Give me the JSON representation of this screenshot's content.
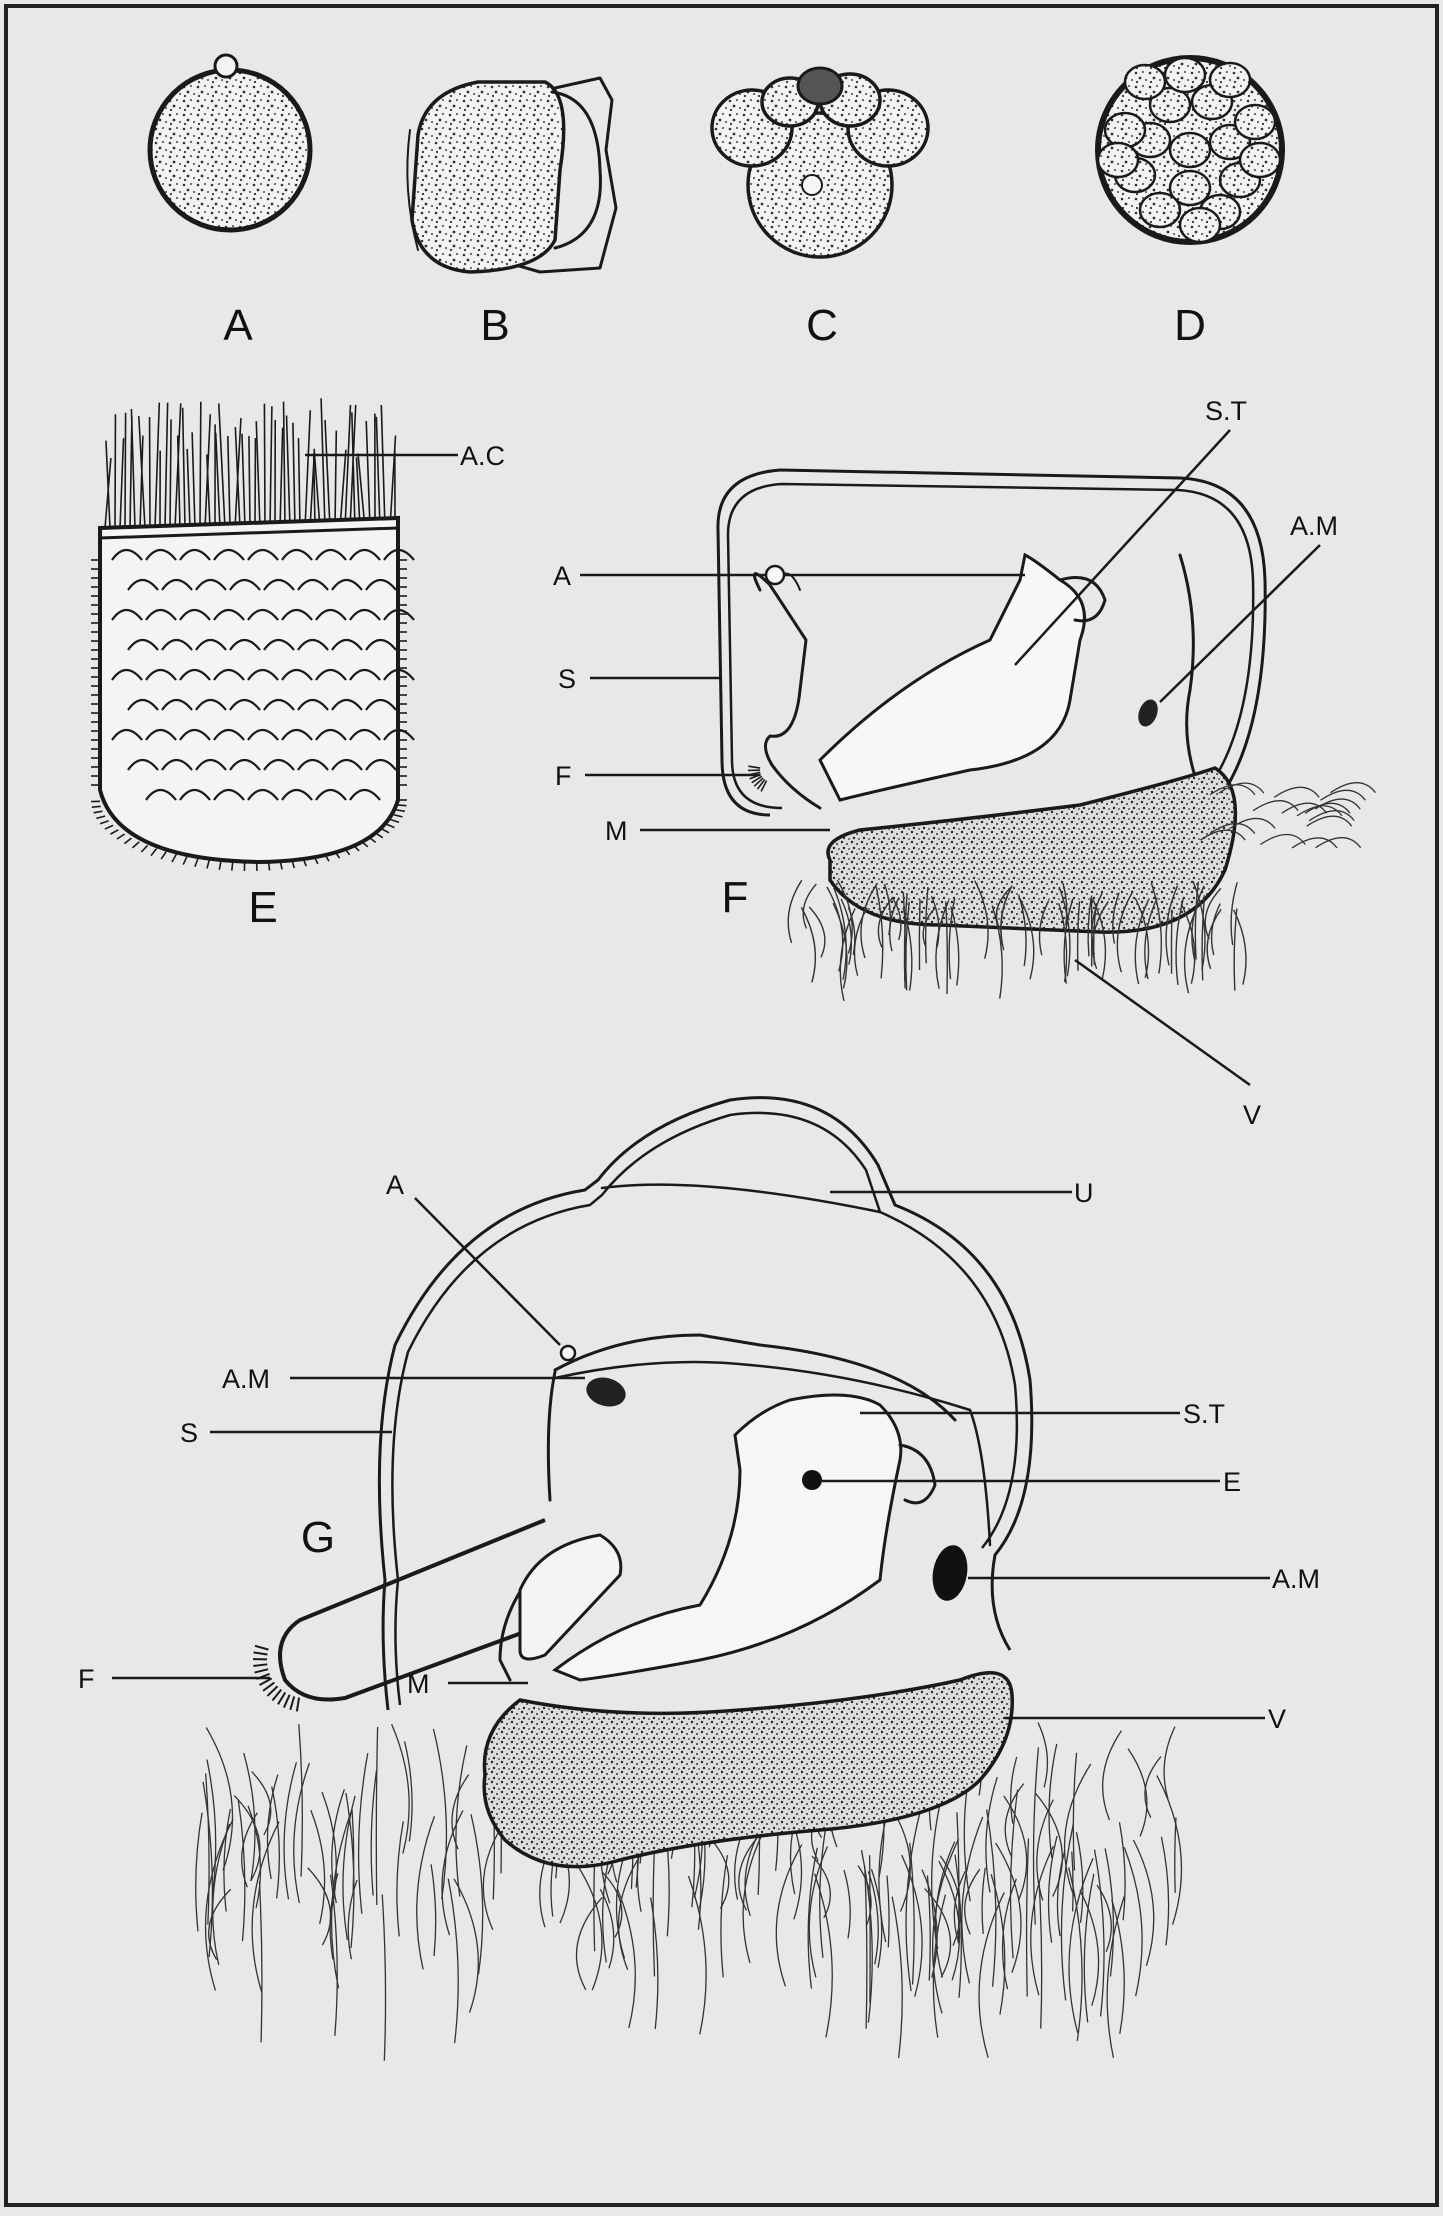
{
  "panels": {
    "a": "A",
    "b": "B",
    "c": "C",
    "d": "D",
    "e": "E",
    "f": "F",
    "g": "G"
  },
  "labels_e": {
    "ac": "A.C"
  },
  "labels_f": {
    "st": "S.T",
    "am": "A.M",
    "a": "A",
    "s": "S",
    "f": "F",
    "m": "M",
    "v": "V"
  },
  "labels_g": {
    "u": "U",
    "a": "A",
    "am_left": "A.M",
    "s": "S",
    "st": "S.T",
    "e": "E",
    "am_right": "A.M",
    "f": "F",
    "m": "M",
    "v": "V"
  },
  "colors": {
    "background": "#e8e8e8",
    "ink": "#1a1a1a",
    "frame": "#222222"
  }
}
